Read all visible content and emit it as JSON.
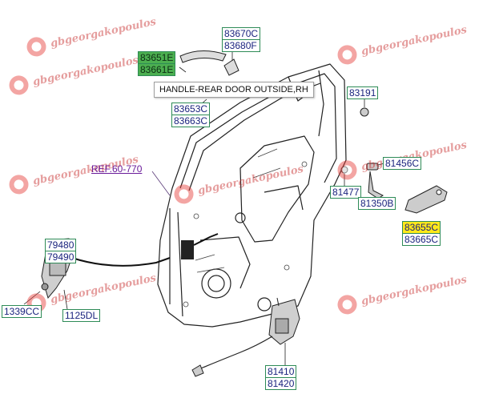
{
  "watermark": {
    "text": "gbgeorgakopoulos",
    "color": "#c62828"
  },
  "tooltip": {
    "text": "HANDLE-REAR DOOR OUTSIDE,RH"
  },
  "reference": {
    "label": "REF.60-770"
  },
  "parts": {
    "p83670_80": {
      "top": "83670C",
      "bottom": "83680F"
    },
    "p83651_61": {
      "top": "83651E",
      "bottom": "83661E"
    },
    "p83653_63": {
      "top": "83653C",
      "bottom": "83663C"
    },
    "p83191": {
      "code": "83191"
    },
    "p81456": {
      "code": "81456C"
    },
    "p81477": {
      "code": "81477"
    },
    "p81350": {
      "code": "81350B"
    },
    "p83655_65": {
      "top": "83655C",
      "bottom": "83665C"
    },
    "p79480_90": {
      "top": "79480",
      "bottom": "79490"
    },
    "p1339": {
      "code": "1339CC"
    },
    "p1125": {
      "code": "1125DL"
    },
    "p81410_20": {
      "top": "81410",
      "bottom": "81420"
    }
  },
  "colors": {
    "label_border": "#2e8b57",
    "label_text": "#1a237e",
    "highlight_green": "#4caf50",
    "highlight_yellow": "#ffe81a",
    "reference": "#6a1b9a"
  }
}
